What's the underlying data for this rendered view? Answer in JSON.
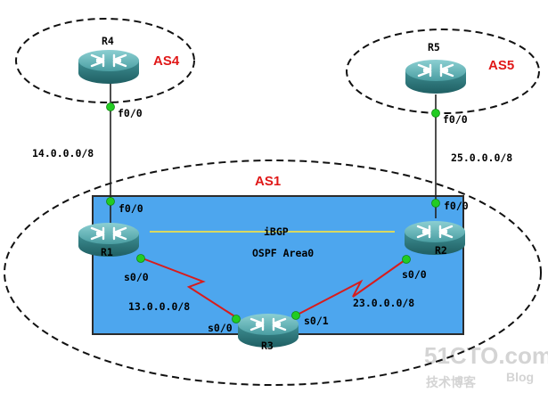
{
  "colors": {
    "as_label": "#e01818",
    "area_fill": "#4da6ee",
    "area_border": "#2b2b2b",
    "serial_link": "#d81c1c",
    "ibgp_link": "#d8d860",
    "port_dot": "#22cc22",
    "router_body": "#3f8f93"
  },
  "as_labels": {
    "as4": "AS4",
    "as5": "AS5",
    "as1": "AS1"
  },
  "routers": {
    "r1": "R1",
    "r2": "R2",
    "r3": "R3",
    "r4": "R4",
    "r5": "R5"
  },
  "area": {
    "ibgp": "iBGP",
    "ospf": "OSPF Area0"
  },
  "interfaces": {
    "r4_f00": "f0/0",
    "r5_f00": "f0/0",
    "r1_f00": "f0/0",
    "r2_f00": "f0/0",
    "r1_s00": "s0/0",
    "r2_s00": "s0/0",
    "r3_s00": "s0/0",
    "r3_s01": "s0/1"
  },
  "networks": {
    "r1_r4": "14.0.0.0/8",
    "r2_r5": "25.0.0.0/8",
    "r1_r3": "13.0.0.0/8",
    "r2_r3": "23.0.0.0/8"
  },
  "watermark": {
    "site": "51CTO.com",
    "tagline": "技术博客",
    "blog": "Blog"
  }
}
